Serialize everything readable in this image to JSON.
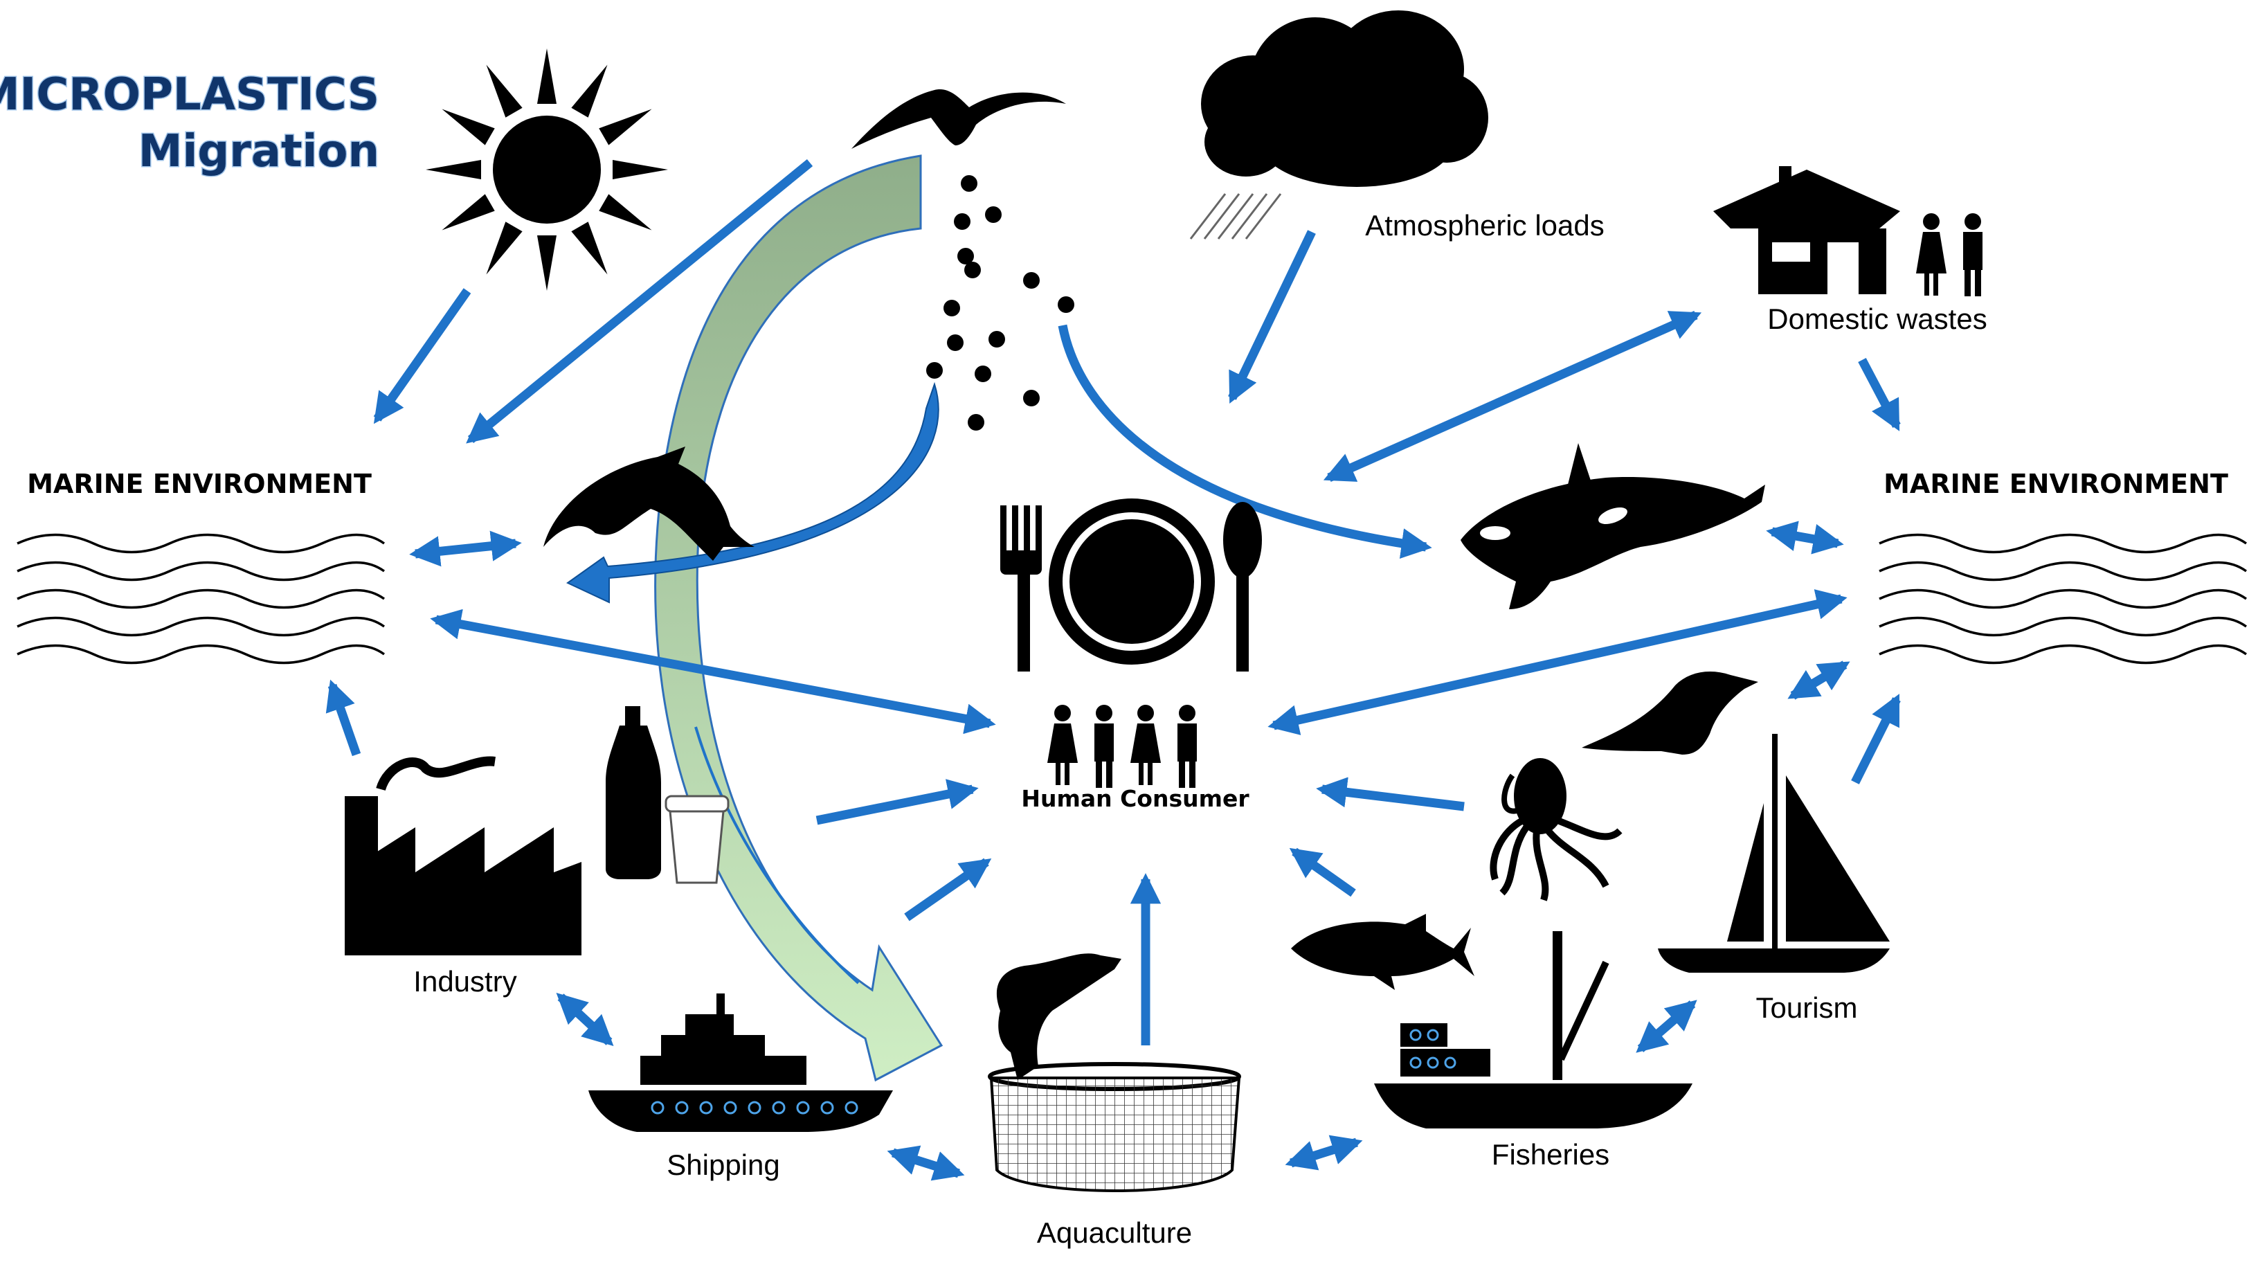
{
  "title": {
    "line1": "MICROPLASTICS",
    "line2": "Migration"
  },
  "nodes": {
    "marine_left": "MARINE ENVIRONMENT",
    "marine_right": "MARINE ENVIRONMENT",
    "atmospheric": "Atmospheric loads",
    "domestic": "Domestic wastes",
    "human": "Human Consumer",
    "industry": "Industry",
    "shipping": "Shipping",
    "aquaculture": "Aquaculture",
    "fisheries": "Fisheries",
    "tourism": "Tourism"
  },
  "colors": {
    "arrow": "#1f73c9",
    "title": "#10356b",
    "big_arrow_top": "#8fae8a",
    "big_arrow_bottom": "#cfeec4"
  },
  "icons": [
    "sun-icon",
    "seagull-icon",
    "cloud-icon",
    "house-icon",
    "people-icon",
    "dolphin-icon",
    "orca-icon",
    "plate-cutlery-icon",
    "factory-icon",
    "bottle-icon",
    "cup-icon",
    "ship-icon",
    "fish-cage-icon",
    "salmon-icon",
    "tuna-icon",
    "octopus-icon",
    "seal-icon",
    "fishing-boat-icon",
    "sailboat-icon",
    "wave-icon"
  ]
}
